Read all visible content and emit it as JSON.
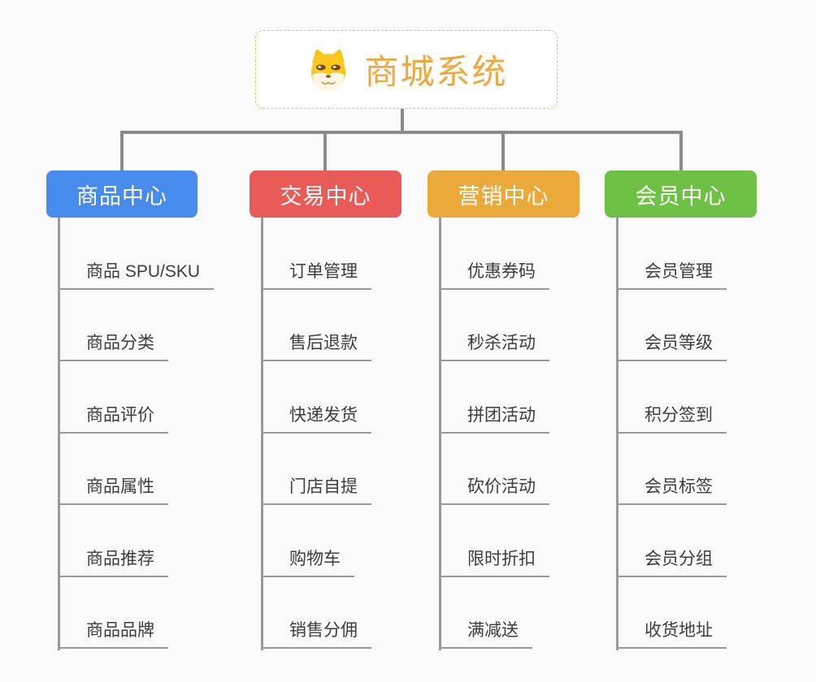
{
  "page": {
    "background_color": "#fafafa",
    "connector_color": "#8b8b8b",
    "leaf_line_color": "#9a9a9a"
  },
  "root": {
    "label": "商城系统",
    "icon": "dog-face-icon",
    "text_color": "#f0a73c",
    "border_color": "#f3c06a",
    "background_color": "#ffffff"
  },
  "branches": [
    {
      "label": "商品中心",
      "color": "#478cec",
      "items": [
        "商品 SPU/SKU",
        "商品分类",
        "商品评价",
        "商品属性",
        "商品推荐",
        "商品品牌"
      ]
    },
    {
      "label": "交易中心",
      "color": "#e85b56",
      "items": [
        "订单管理",
        "售后退款",
        "快递发货",
        "门店自提",
        "购物车",
        "销售分佣"
      ]
    },
    {
      "label": "营销中心",
      "color": "#eba939",
      "items": [
        "优惠券码",
        "秒杀活动",
        "拼团活动",
        "砍价活动",
        "限时折扣",
        "满减送"
      ]
    },
    {
      "label": "会员中心",
      "color": "#6ec145",
      "items": [
        "会员管理",
        "会员等级",
        "积分签到",
        "会员标签",
        "会员分组",
        "收货地址"
      ]
    }
  ]
}
